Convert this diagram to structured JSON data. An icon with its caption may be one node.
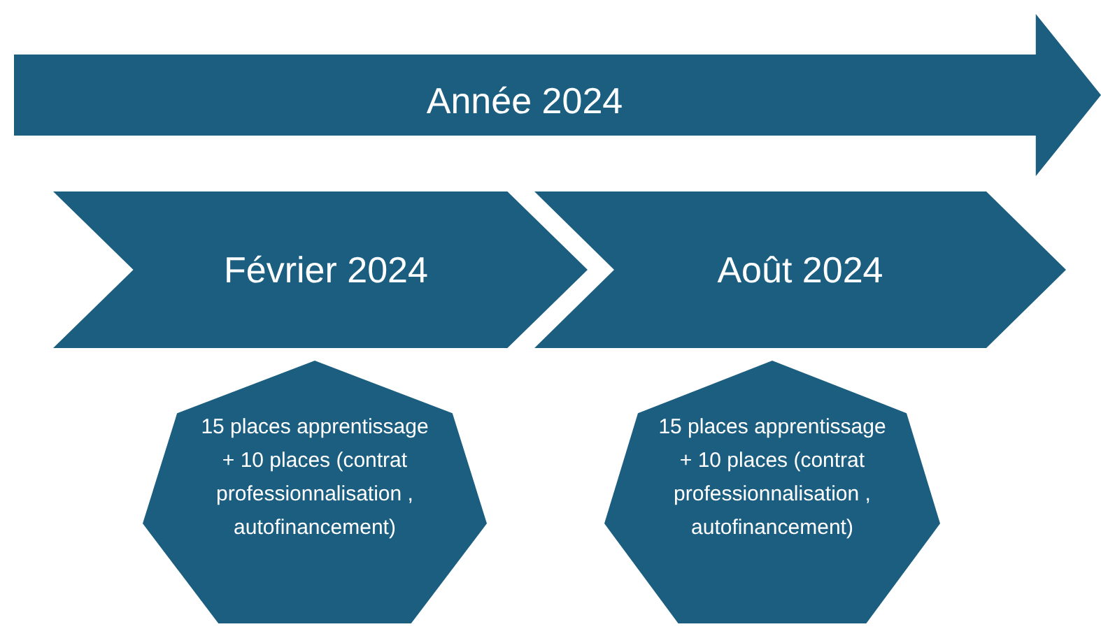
{
  "diagram": {
    "nodes": [
      {
        "text": [
          "Année 2024"
        ]
      },
      {
        "text": [
          "Février 2024"
        ]
      },
      {
        "text": [
          "Août 2024"
        ]
      },
      {
        "text": [
          "15 places apprentissage + 10 places (contrat professionnalisation , autofinancement)"
        ]
      },
      {
        "text": [
          "15 places apprentissage + 10 places (contrat professionnalisation , autofinancement)"
        ]
      }
    ]
  }
}
